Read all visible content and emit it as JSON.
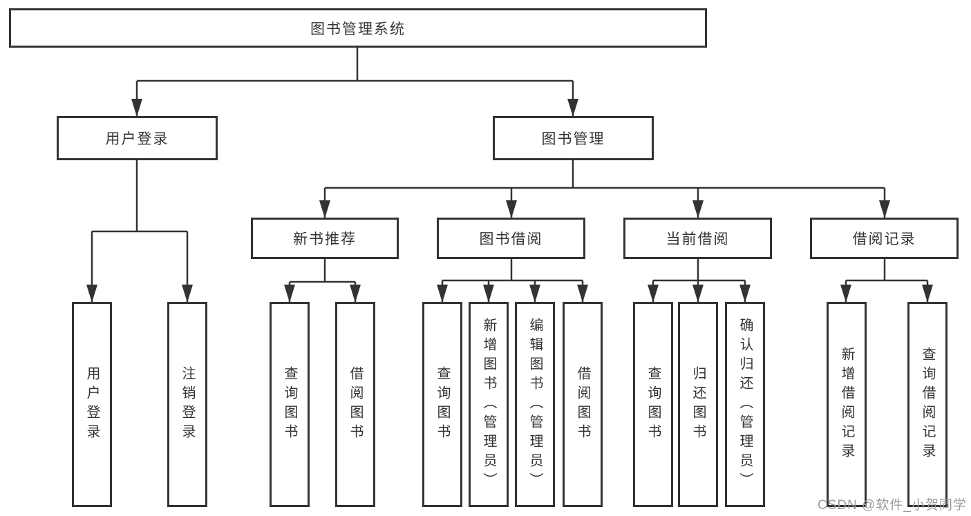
{
  "diagram": {
    "title": "图书管理系统",
    "root": "图书管理系统",
    "level2": [
      "用户登录",
      "图书管理"
    ],
    "level3": [
      "新书推荐",
      "图书借阅",
      "当前借阅",
      "借阅记录"
    ],
    "leaves": [
      "用户登录",
      "注销登录",
      "查询图书",
      "借阅图书",
      "查询图书",
      "新增图书（管理员）",
      "编辑图书（管理员）",
      "借阅图书",
      "查询图书",
      "归还图书",
      "确认归还（管理员）",
      "新增借阅记录",
      "查询借阅记录"
    ]
  },
  "watermark": "CSDN @软件_小贺同学",
  "colors": {
    "line": "#333333",
    "box_background": "#ffffff",
    "text": "#333333",
    "watermark": "#9b9b9b"
  }
}
